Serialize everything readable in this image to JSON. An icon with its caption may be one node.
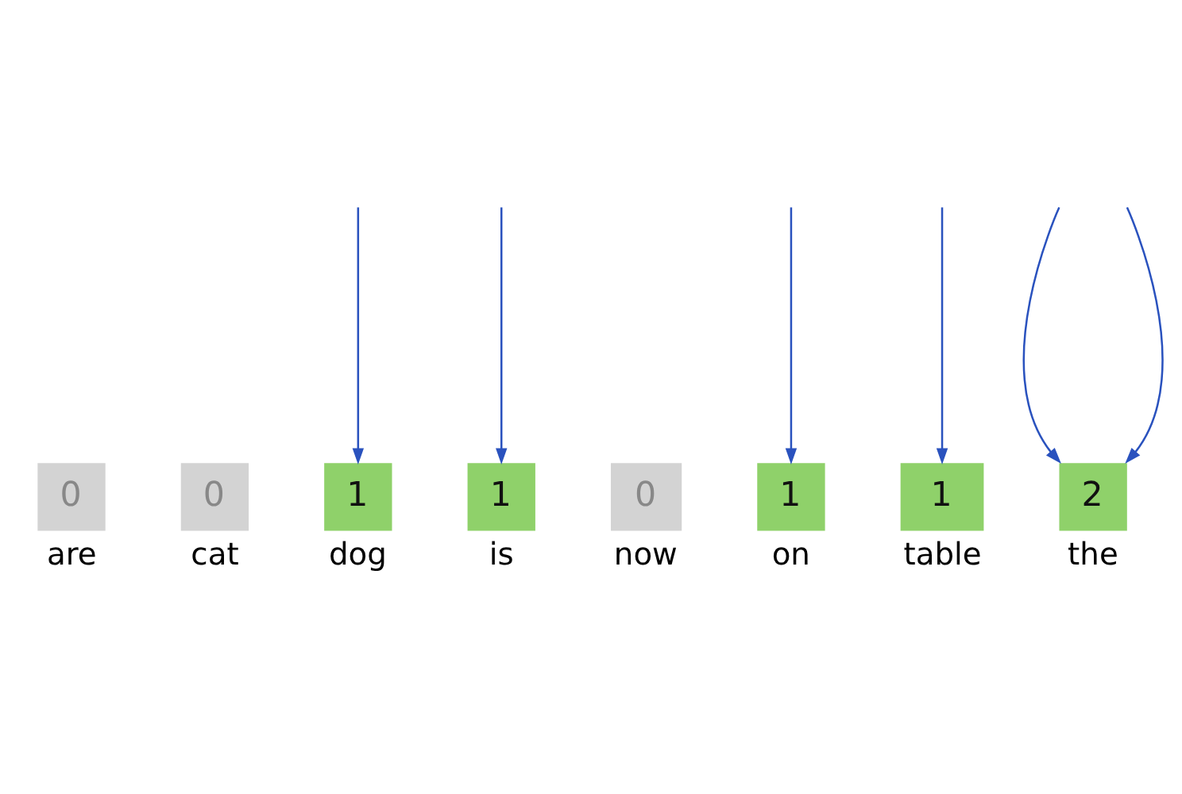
{
  "diagram": {
    "nodes": [
      {
        "text": [
          "0"
        ],
        "beside": [
          "are"
        ]
      },
      {
        "text": [
          "0"
        ],
        "beside": [
          "cat"
        ]
      },
      {
        "text": [
          "1"
        ],
        "beside": [
          "dog"
        ]
      },
      {
        "text": [
          "1"
        ],
        "beside": [
          "is"
        ]
      },
      {
        "text": [
          "0"
        ],
        "beside": [
          "now"
        ]
      },
      {
        "text": [
          "1"
        ],
        "beside": [
          "on"
        ]
      },
      {
        "text": [
          "1"
        ],
        "beside": [
          "table"
        ]
      },
      {
        "text": [
          "2"
        ],
        "beside": [
          "the"
        ]
      }
    ],
    "edges": [
      {
        "from": null,
        "to": 7,
        "arrow": "to"
      },
      {
        "from": null,
        "to": 2,
        "arrow": "to"
      },
      {
        "from": null,
        "to": 3,
        "arrow": "to"
      },
      {
        "from": null,
        "to": 5,
        "arrow": "to"
      },
      {
        "from": null,
        "to": 7,
        "arrow": "to"
      },
      {
        "from": null,
        "to": 6,
        "arrow": "to"
      }
    ]
  }
}
